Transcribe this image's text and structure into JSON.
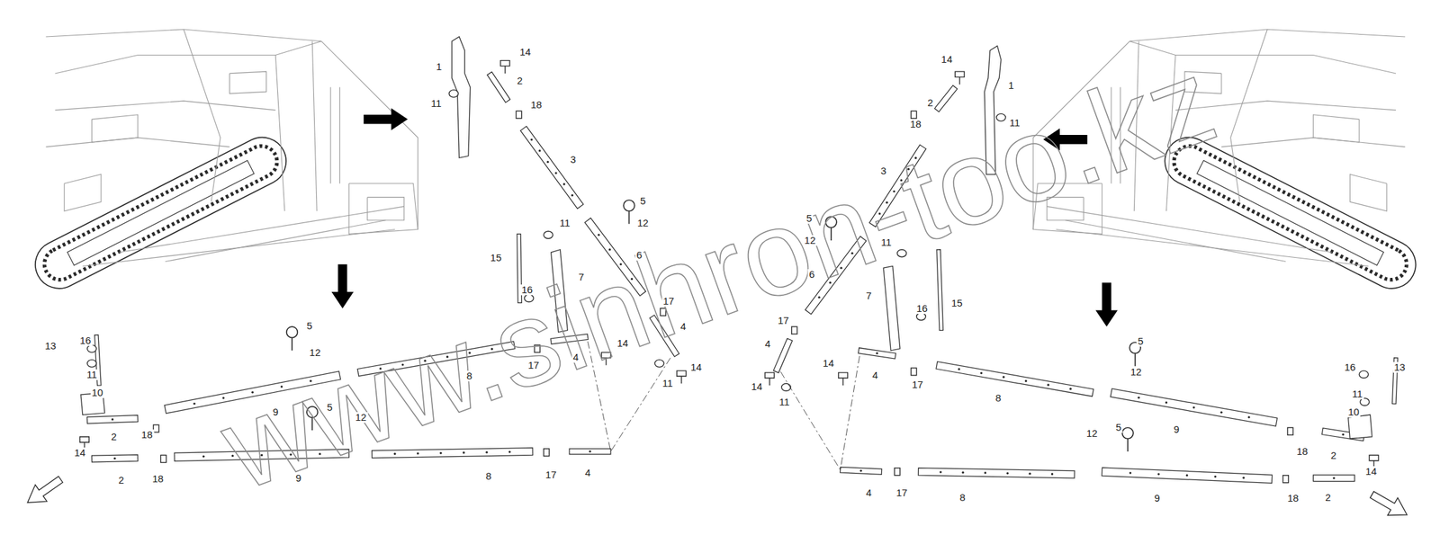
{
  "diagram": {
    "labels": [
      "14",
      "2",
      "1",
      "11",
      "18",
      "3",
      "5",
      "12",
      "11",
      "6",
      "15",
      "7",
      "16",
      "17",
      "4",
      "14",
      "4",
      "17",
      "14",
      "11",
      "13",
      "16",
      "5",
      "12",
      "11",
      "8",
      "10",
      "5",
      "9",
      "12",
      "18",
      "2",
      "14",
      "17",
      "4",
      "8",
      "9",
      "18",
      "2",
      "14",
      "1",
      "2",
      "11",
      "18",
      "3",
      "5",
      "12",
      "11",
      "6",
      "7",
      "15",
      "16",
      "17",
      "4",
      "14",
      "4",
      "17",
      "14",
      "11",
      "5",
      "16",
      "13",
      "12",
      "11",
      "8",
      "10",
      "5",
      "9",
      "12",
      "18",
      "2",
      "14",
      "4",
      "17",
      "8",
      "9",
      "18",
      "2",
      "www.sinhron-too.kz"
    ]
  }
}
